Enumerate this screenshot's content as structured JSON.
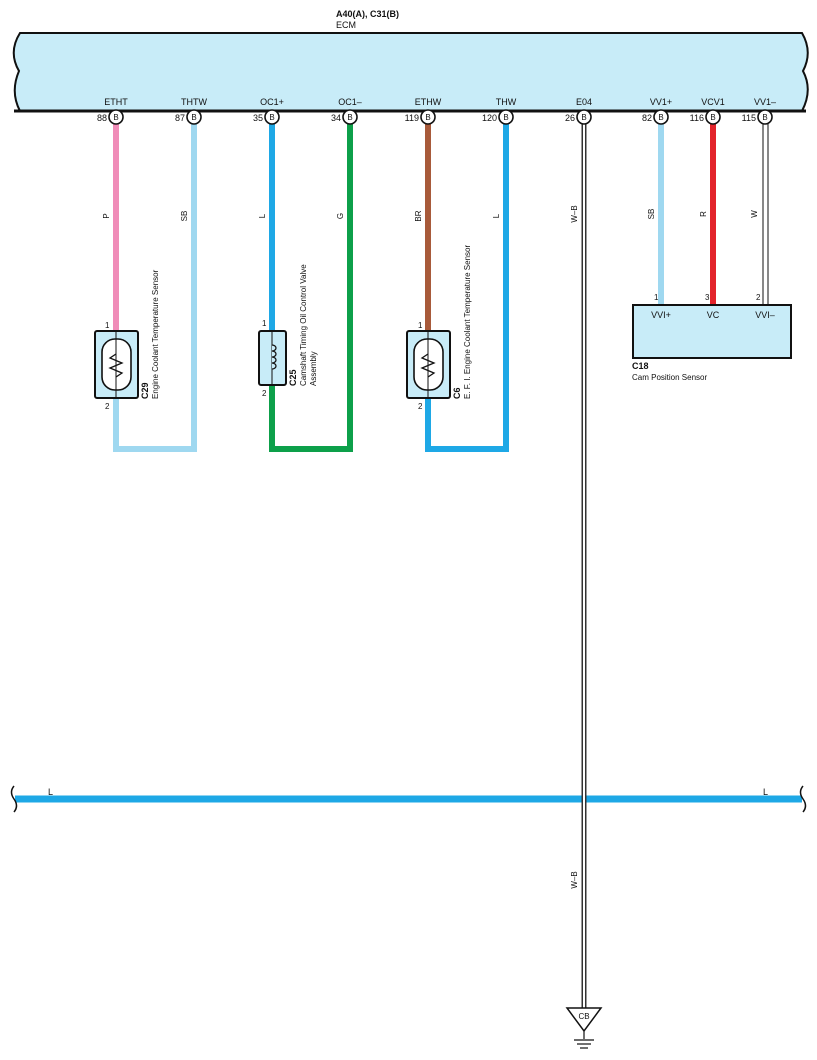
{
  "ecm": {
    "connectors": "A40(A), C31(B)",
    "name": "ECM",
    "pins": [
      {
        "signal": "ETHT",
        "number": "88",
        "connector": "B"
      },
      {
        "signal": "THTW",
        "number": "87",
        "connector": "B"
      },
      {
        "signal": "OC1+",
        "number": "35",
        "connector": "B"
      },
      {
        "signal": "OC1–",
        "number": "34",
        "connector": "B"
      },
      {
        "signal": "ETHW",
        "number": "119",
        "connector": "B"
      },
      {
        "signal": "THW",
        "number": "120",
        "connector": "B"
      },
      {
        "signal": "E04",
        "number": "26",
        "connector": "B"
      },
      {
        "signal": "VV1+",
        "number": "82",
        "connector": "B"
      },
      {
        "signal": "VCV1",
        "number": "116",
        "connector": "B"
      },
      {
        "signal": "VV1–",
        "number": "115",
        "connector": "B"
      }
    ]
  },
  "wires": [
    {
      "color_code": "P",
      "color": "#f08cb8"
    },
    {
      "color_code": "SB",
      "color": "#9fd8f0"
    },
    {
      "color_code": "L",
      "color": "#1ea8e6"
    },
    {
      "color_code": "G",
      "color": "#0da04a"
    },
    {
      "color_code": "BR",
      "color": "#a85a3a"
    },
    {
      "color_code": "L",
      "color": "#1ea8e6"
    },
    {
      "color_code": "W–B",
      "color": "#444444"
    },
    {
      "color_code": "SB",
      "color": "#9fd8f0"
    },
    {
      "color_code": "R",
      "color": "#e3242b"
    },
    {
      "color_code": "W",
      "color": "#444444"
    }
  ],
  "components": [
    {
      "id": "C29",
      "name": "Engine Coolant Temperature Sensor",
      "pin_top": "1",
      "pin_bottom": "2"
    },
    {
      "id": "C25",
      "name": "Camshaft Timing Oil Control Valve",
      "name_line2": "Assembly",
      "pin_top": "1",
      "pin_bottom": "2"
    },
    {
      "id": "C6",
      "name": "E. F. I.  Engine Coolant Temperature Sensor",
      "pin_top": "1",
      "pin_bottom": "2"
    },
    {
      "id": "C18",
      "name": "Cam Position Sensor",
      "pins": [
        {
          "number": "1",
          "label": "VVI+"
        },
        {
          "number": "3",
          "label": "VC"
        },
        {
          "number": "2",
          "label": "VVI–"
        }
      ]
    }
  ],
  "bus": {
    "label_left": "L",
    "label_right": "L",
    "color": "#1ea8e6"
  },
  "ground_wire_label": "W–B",
  "ground": {
    "label": "CB"
  },
  "colors": {
    "body_fill": "#c8ecf8",
    "outline": "#111111"
  }
}
